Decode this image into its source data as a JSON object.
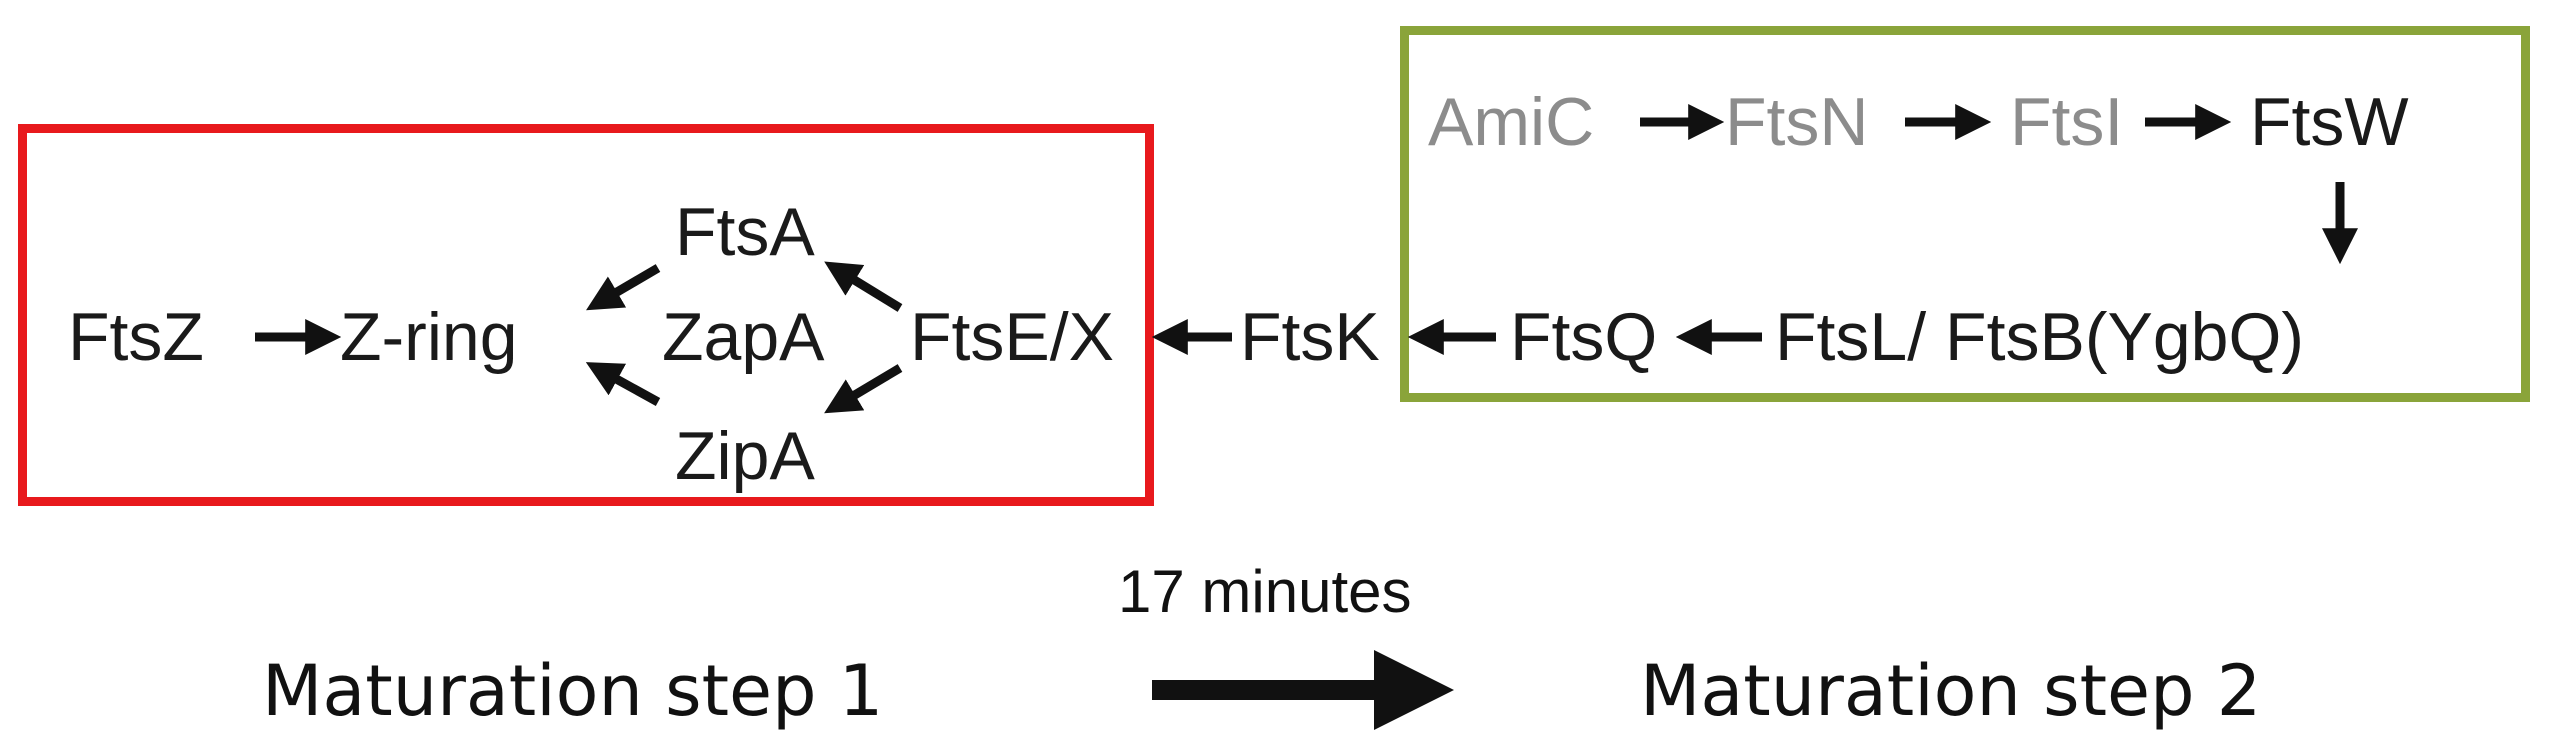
{
  "step1": {
    "proteins": {
      "ftsz": "FtsZ",
      "zring": "Z-ring",
      "ftsa": "FtsA",
      "zapa": "ZapA",
      "zipa": "ZipA",
      "ftsex": "FtsE/X",
      "ftsk": "FtsK"
    }
  },
  "step2": {
    "proteins": {
      "amic": "AmiC",
      "ftsn": "FtsN",
      "ftsi": "FtsI",
      "ftsw": "FtsW",
      "ftsq": "FtsQ",
      "ftslb": "FtsL/ FtsB(YgbQ)"
    }
  },
  "timeline": {
    "duration": "17 minutes",
    "step1_label": "Maturation step 1",
    "step2_label": "Maturation step 2"
  },
  "colors": {
    "step1_box": "#e8191d",
    "step2_box": "#8aa43a",
    "arrow": "#111111",
    "dimmed_text": "#8c8c8c"
  }
}
